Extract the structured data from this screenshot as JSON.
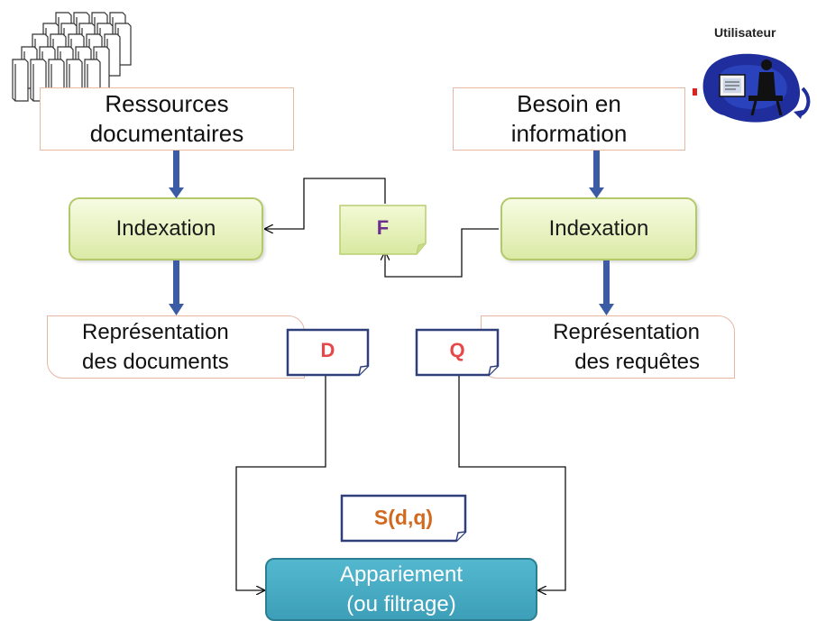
{
  "source_box": {
    "line1": "Ressources",
    "line2": "documentaires"
  },
  "need_box": {
    "line1": "Besoin en",
    "line2": "information"
  },
  "user_label": "Utilisateur",
  "indexation_left": "Indexation",
  "indexation_right": "Indexation",
  "f_label": "F",
  "rep_docs": {
    "line1": "Représentation",
    "line2": "des documents"
  },
  "rep_queries": {
    "line1": "Représentation",
    "line2": "des requêtes"
  },
  "d_label": "D",
  "q_label": "Q",
  "score_label": "S(d,q)",
  "matching": {
    "line1": "Appariement",
    "line2": "(ou filtrage)"
  },
  "colors": {
    "f_letter": "#6b2d8f",
    "d_letter": "#e8474a",
    "q_letter": "#e8474a",
    "score_letter": "#d2691e",
    "flow_arrow": "#3b5ba5",
    "note_border": "#2e3f7a",
    "indexation_fill": "#e4efb5",
    "matching_fill": "#4aaec6"
  }
}
